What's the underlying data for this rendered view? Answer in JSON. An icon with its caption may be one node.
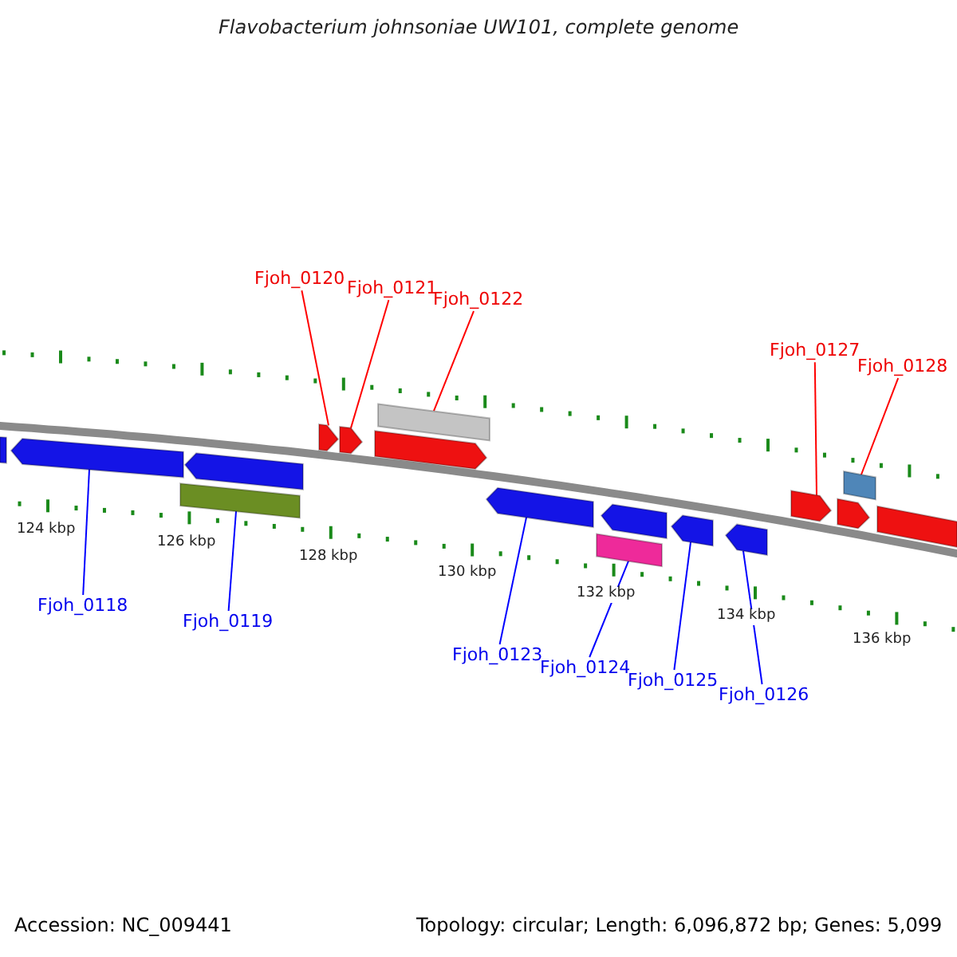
{
  "diagram": {
    "title": "Flavobacterium johnsoniae UW101, complete genome",
    "nodes": [
      {
        "text": [
          "Fjoh_0120"
        ]
      },
      {
        "text": [
          "Fjoh_0121"
        ]
      },
      {
        "text": [
          "Fjoh_0122"
        ]
      },
      {
        "text": [
          "Fjoh_0127"
        ]
      },
      {
        "text": [
          "Fjoh_0128"
        ]
      },
      {
        "text": [
          "Fjoh_0118"
        ]
      },
      {
        "text": [
          "Fjoh_0119"
        ]
      },
      {
        "text": [
          "Fjoh_0123"
        ]
      },
      {
        "text": [
          "Fjoh_0124"
        ]
      },
      {
        "text": [
          "Fjoh_0125"
        ]
      },
      {
        "text": [
          "Fjoh_0126"
        ]
      },
      {
        "text": [],
        "shape": "pentagon"
      },
      {
        "text": [],
        "shape": "pentagon"
      },
      {
        "text": [],
        "shape": "bar"
      },
      {
        "text": [],
        "shape": "pentagon"
      },
      {
        "text": [],
        "shape": "pentagon"
      },
      {
        "text": [],
        "shape": "pentagon"
      },
      {
        "text": [],
        "shape": "pentagon"
      },
      {
        "text": [],
        "shape": "bar"
      },
      {
        "text": [],
        "shape": "pentagon"
      },
      {
        "text": [],
        "shape": "bar"
      },
      {
        "text": [],
        "shape": "pentagon"
      },
      {
        "text": [],
        "shape": "pentagon"
      },
      {
        "text": [],
        "shape": "pentagon"
      },
      {
        "text": [],
        "shape": "pentagon"
      },
      {
        "text": [],
        "shape": "pentagon"
      },
      {
        "text": [],
        "shape": "bar"
      },
      {
        "text": [],
        "shape": "pentagon"
      }
    ],
    "edges": [
      {
        "from": 0,
        "to": 15,
        "arrow": "none",
        "color": "#ff0000"
      },
      {
        "from": 1,
        "to": 16,
        "arrow": "none",
        "color": "#ff0000"
      },
      {
        "from": 2,
        "to": 18,
        "arrow": "none",
        "color": "#ff0000"
      },
      {
        "from": 3,
        "to": 24,
        "arrow": "none",
        "color": "#ff0000"
      },
      {
        "from": 4,
        "to": 26,
        "arrow": "none",
        "color": "#ff0000"
      },
      {
        "from": 5,
        "to": 12,
        "arrow": "none"
      },
      {
        "from": 6,
        "to": 13,
        "arrow": "none"
      },
      {
        "from": 7,
        "to": 19,
        "arrow": "none"
      },
      {
        "from": 8,
        "to": 20,
        "arrow": "none"
      },
      {
        "from": 9,
        "to": 22,
        "arrow": "none"
      },
      {
        "from": 10,
        "to": 23,
        "arrow": "none"
      }
    ],
    "labels": [
      "124 kbp",
      "126 kbp",
      "128 kbp",
      "130 kbp",
      "132 kbp",
      "134 kbp",
      "136 kbp",
      "Accession: NC_009441",
      "Topology: circular; Length: 6,096,872 bp; Genes: 5,099"
    ]
  }
}
